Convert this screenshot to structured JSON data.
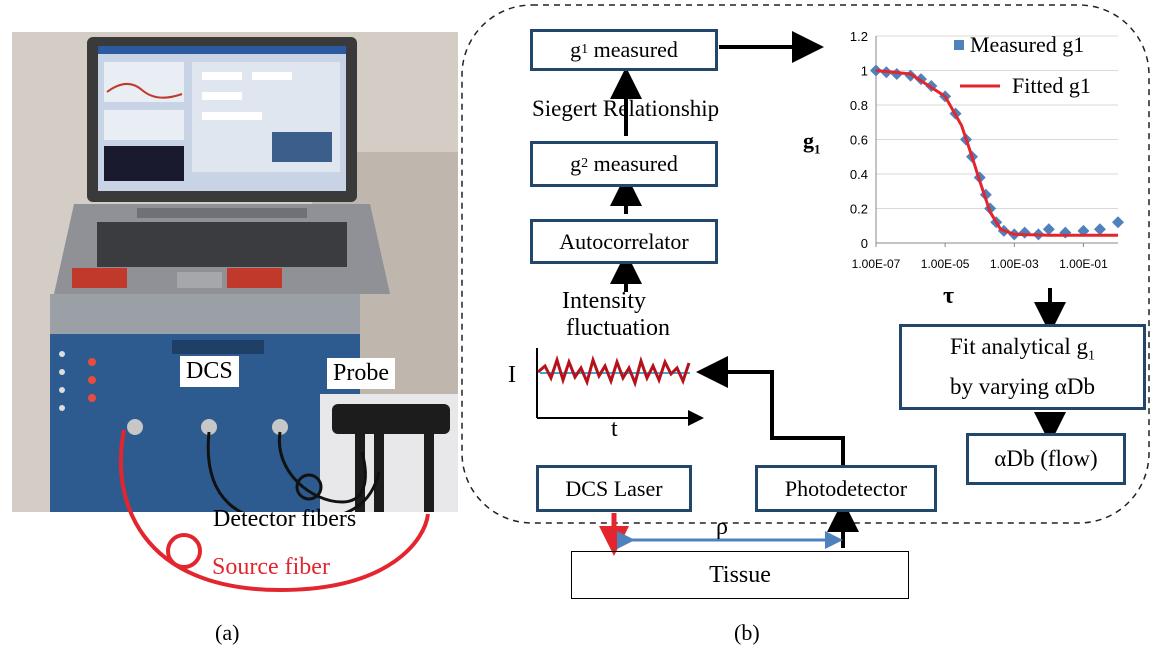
{
  "photo": {
    "label_dcs": "DCS",
    "label_probe": "Probe",
    "label_detector": "Detector fibers",
    "label_source": "Source fiber",
    "caption": "(a)"
  },
  "diagram": {
    "caption": "(b)",
    "g1_measured": {
      "main": "g",
      "sub": "1",
      "rest": " measured"
    },
    "siegert": "Siegert Relationship",
    "g2_measured": {
      "main": "g",
      "sub": "2",
      "rest": " measured"
    },
    "autocorrelator": "Autocorrelator",
    "intensity": "Intensity",
    "fluctuation": "fluctuation",
    "i_label": "I",
    "t_label": "t",
    "laser": "DCS Laser",
    "photodetector": "Photodetector",
    "rho": "ρ",
    "tissue": "Tissue",
    "fit_line1": "Fit analytical g",
    "fit_line1_sub": "1",
    "fit_line2": "by varying αDb",
    "flow": "αDb (flow)",
    "tau": "τ"
  },
  "chart_data": {
    "type": "scatter",
    "ylabel": "g1",
    "xlabel": "τ",
    "x_scale": "log",
    "xlim": [
      1e-07,
      1
    ],
    "ylim": [
      0,
      1.2
    ],
    "y_ticks": [
      "0",
      "0.2",
      "0.4",
      "0.6",
      "0.8",
      "1",
      "1.2"
    ],
    "x_ticks": [
      "1.00E-07",
      "1.00E-05",
      "1.00E-03",
      "1.00E-01"
    ],
    "legend": [
      "Measured g1",
      "Fitted g1"
    ],
    "legend_position": "top-right",
    "series": [
      {
        "name": "Measured g1",
        "color": "#4f81bd",
        "x": [
          1e-07,
          2e-07,
          4e-07,
          1e-06,
          2e-06,
          4e-06,
          1e-05,
          2e-05,
          4e-05,
          6e-05,
          0.0001,
          0.00015,
          0.0002,
          0.0003,
          0.0005,
          0.001,
          0.002,
          0.005,
          0.01,
          0.03,
          0.1,
          0.3,
          1
        ],
        "y": [
          1.0,
          0.99,
          0.98,
          0.97,
          0.95,
          0.91,
          0.85,
          0.75,
          0.6,
          0.5,
          0.38,
          0.28,
          0.2,
          0.12,
          0.07,
          0.05,
          0.06,
          0.05,
          0.08,
          0.06,
          0.07,
          0.08,
          0.12
        ]
      },
      {
        "name": "Fitted g1",
        "color": "#e3262e",
        "x": [
          1e-07,
          1e-06,
          1e-05,
          3e-05,
          6e-05,
          0.0001,
          0.0002,
          0.0004,
          0.001,
          0.01,
          0.1,
          1
        ],
        "y": [
          1.0,
          0.98,
          0.85,
          0.68,
          0.5,
          0.36,
          0.18,
          0.08,
          0.05,
          0.045,
          0.045,
          0.045
        ]
      }
    ]
  }
}
